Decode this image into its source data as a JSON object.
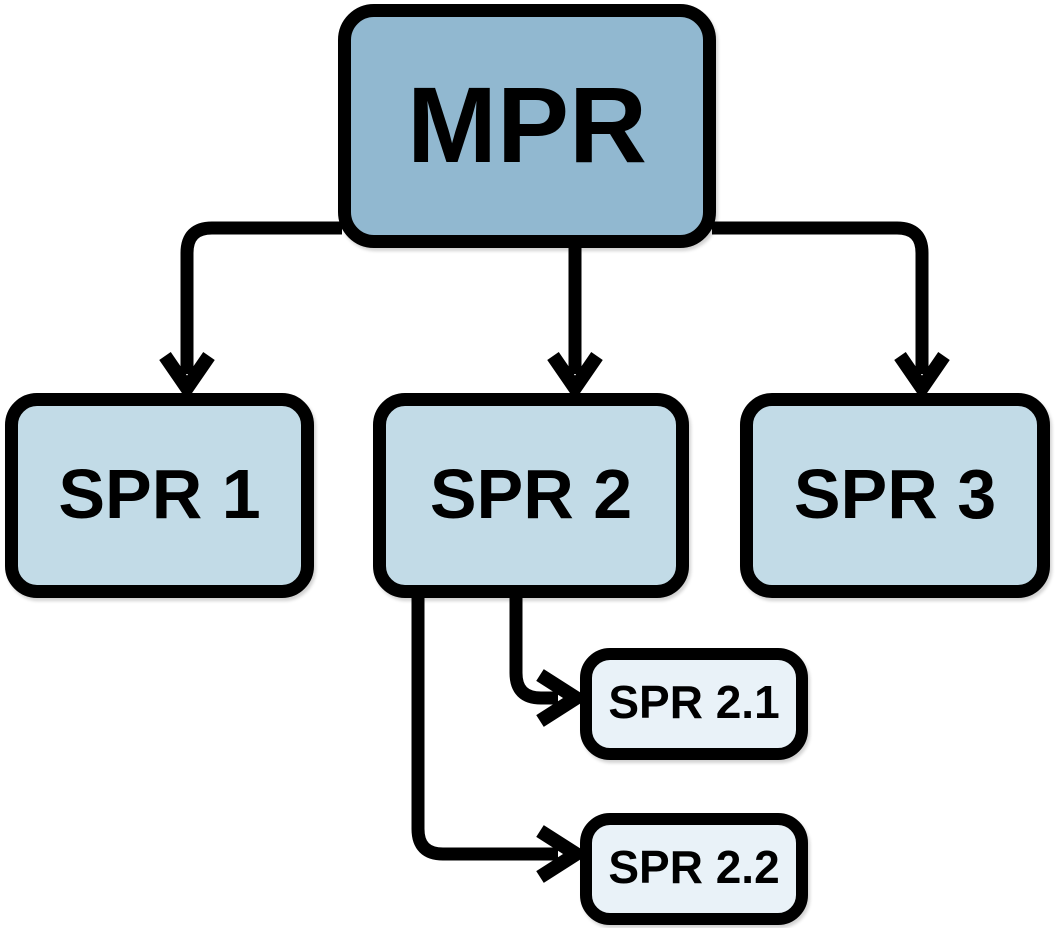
{
  "diagram": {
    "type": "hierarchy-flowchart",
    "nodes": {
      "mpr": {
        "label": "MPR",
        "fill": "#91b8d0",
        "role": "root"
      },
      "spr1": {
        "label": "SPR 1",
        "fill": "#c2dbe7",
        "role": "child"
      },
      "spr2": {
        "label": "SPR 2",
        "fill": "#c2dbe7",
        "role": "child"
      },
      "spr3": {
        "label": "SPR 3",
        "fill": "#c2dbe7",
        "role": "child"
      },
      "spr21": {
        "label": "SPR 2.1",
        "fill": "#e9f2f8",
        "role": "grandchild"
      },
      "spr22": {
        "label": "SPR 2.2",
        "fill": "#e9f2f8",
        "role": "grandchild"
      }
    },
    "edges": [
      {
        "from": "MPR",
        "to": "SPR 1"
      },
      {
        "from": "MPR",
        "to": "SPR 2"
      },
      {
        "from": "MPR",
        "to": "SPR 3"
      },
      {
        "from": "SPR 2",
        "to": "SPR 2.1"
      },
      {
        "from": "SPR 2",
        "to": "SPR 2.2"
      }
    ],
    "colors": {
      "connector": "#000000",
      "border": "#000000",
      "text": "#000000",
      "background": "#ffffff"
    }
  }
}
